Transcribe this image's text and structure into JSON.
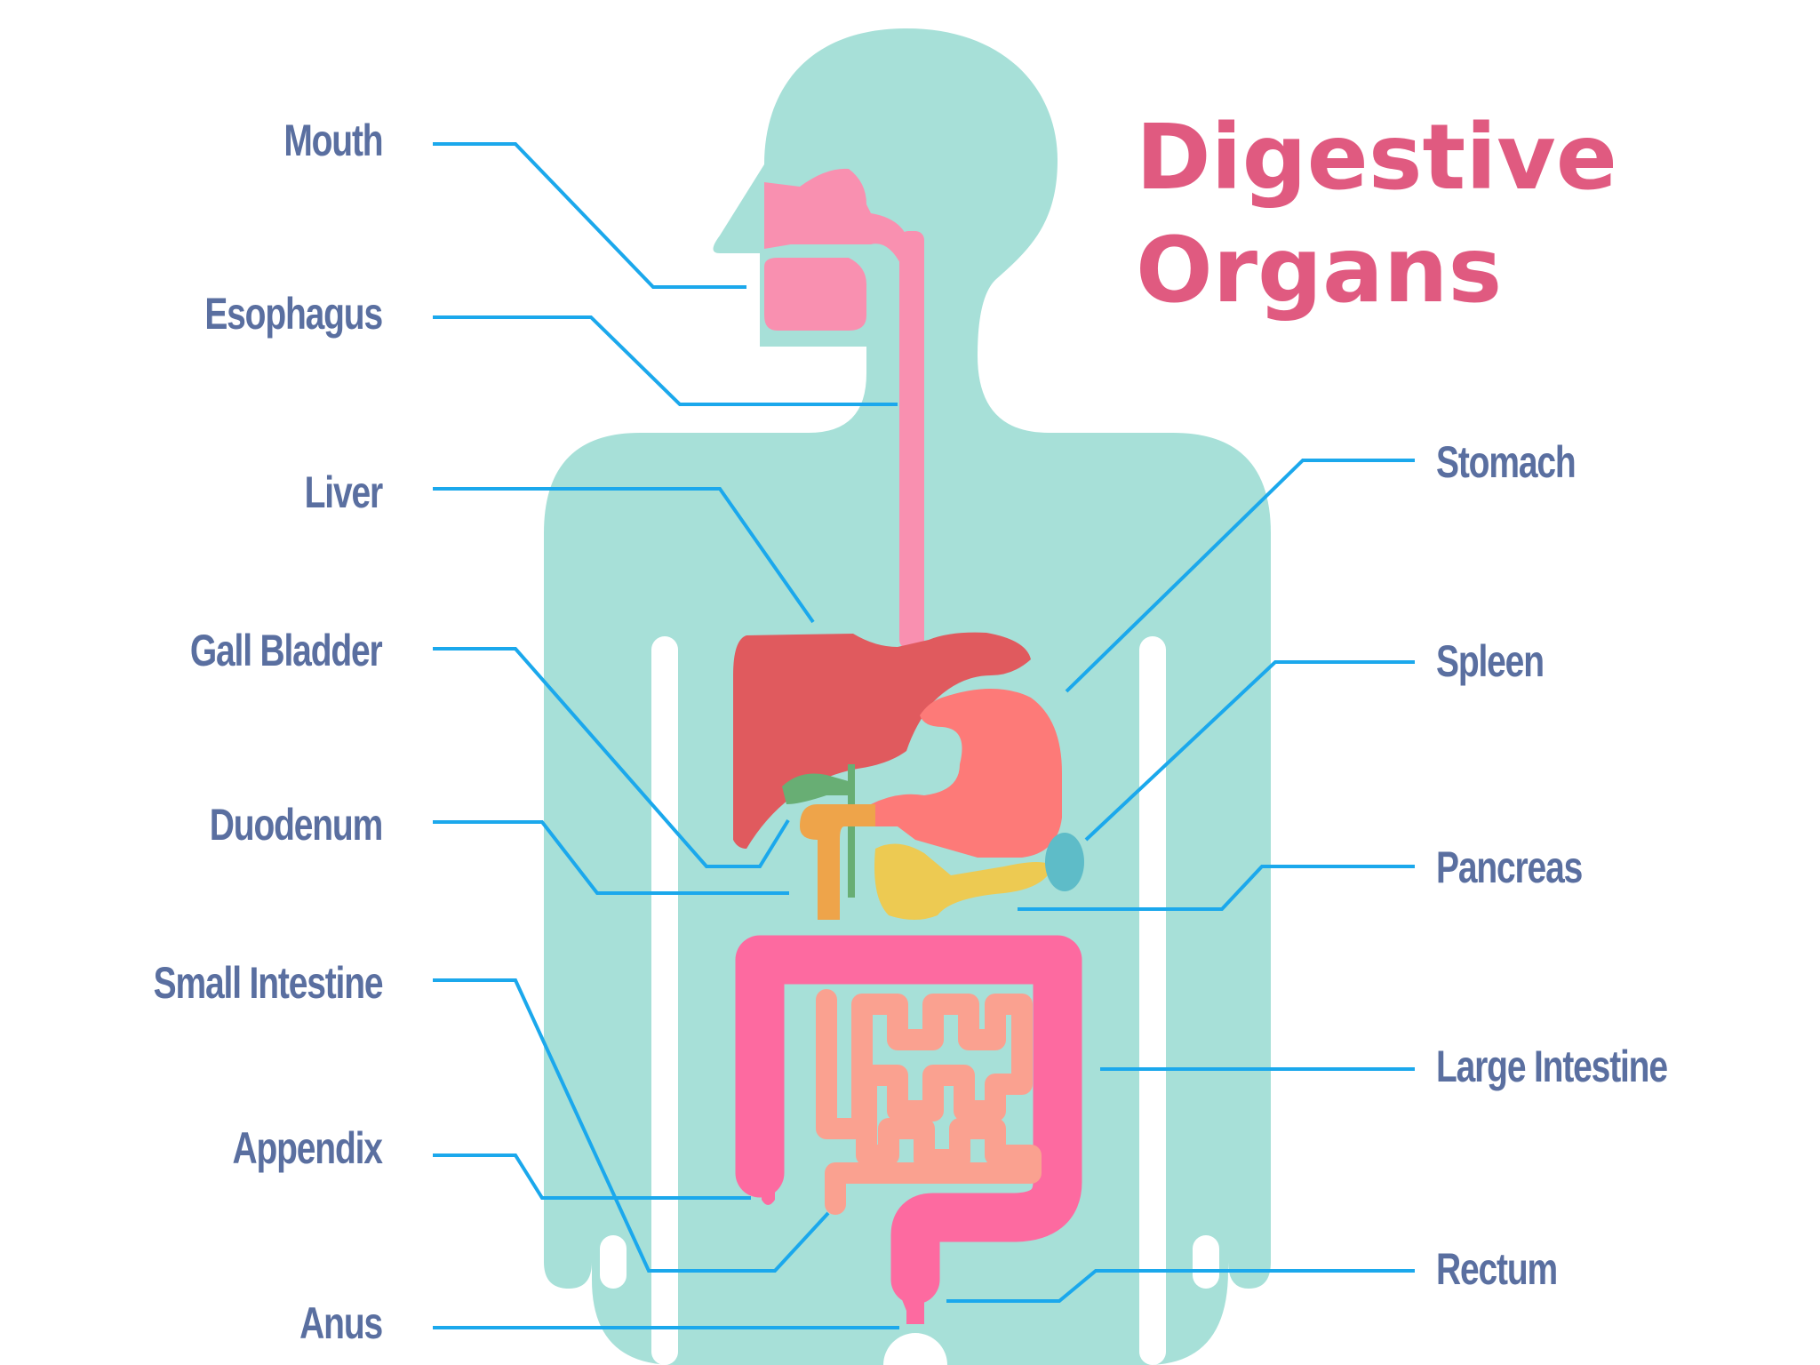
{
  "title": {
    "line1": "Digestive",
    "line2": "Organs"
  },
  "labels_left": [
    {
      "id": "mouth",
      "text": "Mouth"
    },
    {
      "id": "esophagus",
      "text": "Esophagus"
    },
    {
      "id": "liver",
      "text": "Liver"
    },
    {
      "id": "gall-bladder",
      "text": "Gall Bladder"
    },
    {
      "id": "duodenum",
      "text": "Duodenum"
    },
    {
      "id": "small-intestine",
      "text": "Small Intestine"
    },
    {
      "id": "appendix",
      "text": "Appendix"
    },
    {
      "id": "anus",
      "text": "Anus"
    }
  ],
  "labels_right": [
    {
      "id": "stomach",
      "text": "Stomach"
    },
    {
      "id": "spleen",
      "text": "Spleen"
    },
    {
      "id": "pancreas",
      "text": "Pancreas"
    },
    {
      "id": "large-intestine",
      "text": "Large Intestine"
    },
    {
      "id": "rectum",
      "text": "Rectum"
    }
  ],
  "colors": {
    "body": "#a7e0d8",
    "title": "#e05a80",
    "label": "#5a6fa0",
    "leader": "#1ba8ec",
    "mouth": "#f990b0",
    "liver": "#e05a5e",
    "stomach": "#fd7a78",
    "gall_bladder": "#68ae74",
    "duodenum": "#eea44a",
    "pancreas": "#edca52",
    "spleen": "#5ebcc8",
    "large_intestine": "#fd6aa0",
    "small_intestine": "#faa190"
  }
}
